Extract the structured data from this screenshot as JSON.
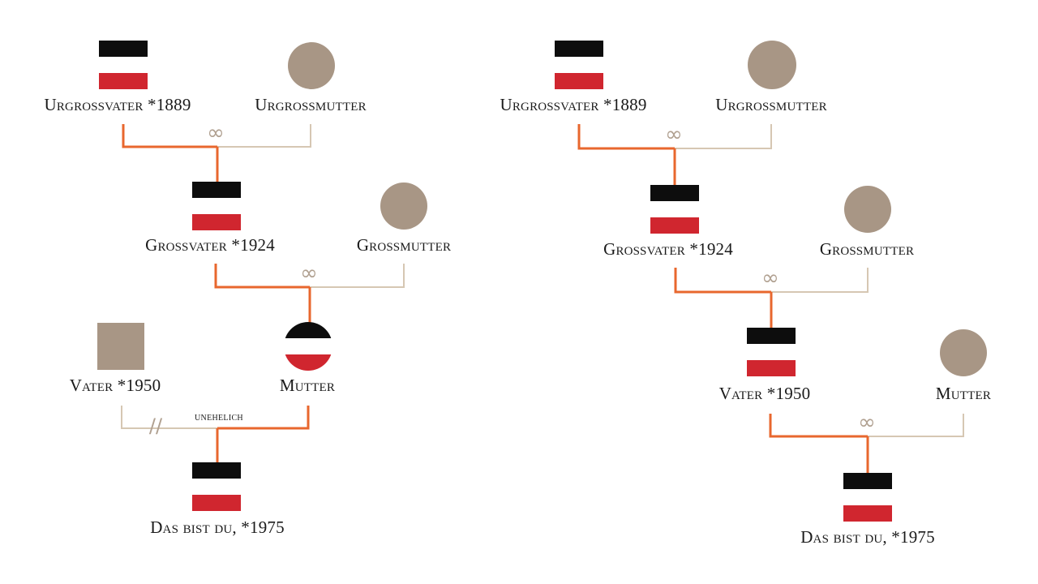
{
  "colors": {
    "line_paternal": "#e8672e",
    "line_partner": "#d6c7b3",
    "symbol": "#a89685",
    "flag_black": "#0d0d0d",
    "flag_white": "#ffffff",
    "flag_red": "#d0262f"
  },
  "marriage_symbol": "∞",
  "illegitimate_symbol": "//",
  "left_tree": {
    "great_grandfather": "Urgroßvater *1889",
    "great_grandmother": "Urgroßmutter",
    "grandfather": "Großvater *1924",
    "grandmother": "Großmutter",
    "father": "Vater *1950",
    "mother": "Mutter",
    "relation_note": "unehelich",
    "child": "Das bist du, *1975"
  },
  "right_tree": {
    "great_grandfather": "Urgroßvater *1889",
    "great_grandmother": "Urgroßmutter",
    "grandfather": "Großvater *1924",
    "grandmother": "Großmutter",
    "father": "Vater *1950",
    "mother": "Mutter",
    "child": "Das bist du, *1975"
  }
}
